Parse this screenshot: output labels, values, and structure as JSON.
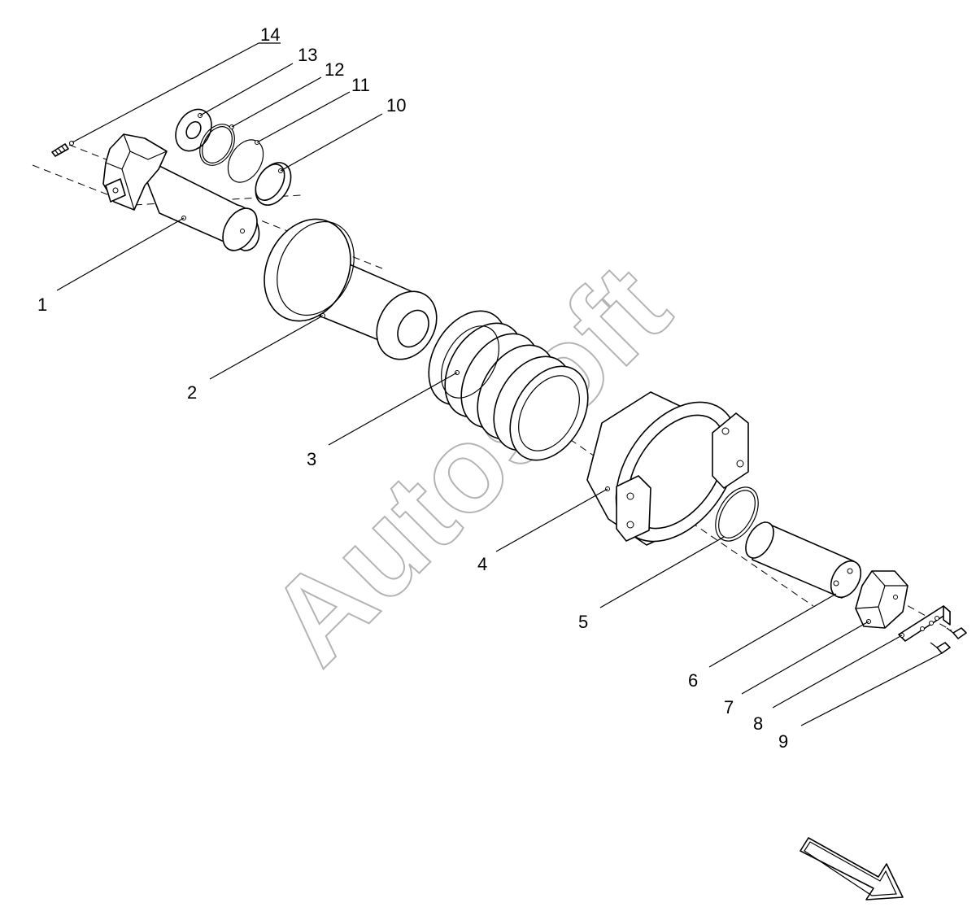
{
  "diagram": {
    "watermark": "Autosoft",
    "callouts": {
      "c1": "1",
      "c2": "2",
      "c3": "3",
      "c4": "4",
      "c5": "5",
      "c6": "6",
      "c7": "7",
      "c8": "8",
      "c9": "9",
      "c10": "10",
      "c11": "11",
      "c12": "12",
      "c13": "13",
      "c14": "14"
    },
    "direction_arrow_icon": "arrow-right-down-icon",
    "line_color": "#000000",
    "watermark_color": "#b4b4b4"
  }
}
